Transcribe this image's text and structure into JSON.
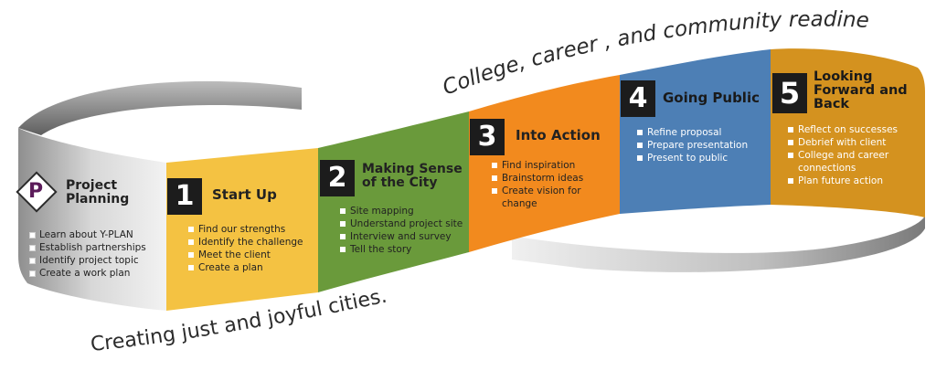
{
  "top_caption": "College, career , and community readiness...",
  "bottom_caption": "Creating just and joyful cities...",
  "logo_letter": "P",
  "stages": [
    {
      "number": "",
      "title": "Project Planning",
      "color": "#e9e9ec",
      "items": [
        "Learn about Y-PLAN",
        "Establish partnerships",
        "Identify project topic",
        "Create a work plan"
      ]
    },
    {
      "number": "1",
      "title": "Start Up",
      "color": "#f4c242",
      "items": [
        "Find our strengths",
        "Identify the challenge",
        "Meet the client",
        "Create a plan"
      ]
    },
    {
      "number": "2",
      "title": "Making Sense of the City",
      "color": "#6a9a3b",
      "items": [
        "Site mapping",
        "Understand project site",
        "Interview and survey",
        "Tell the story"
      ]
    },
    {
      "number": "3",
      "title": "Into Action",
      "color": "#f28a1e",
      "items": [
        "Find inspiration",
        "Brainstorm ideas",
        "Create vision for change"
      ]
    },
    {
      "number": "4",
      "title": "Going Public",
      "color": "#4d7fb5",
      "items": [
        "Refine proposal",
        "Prepare presentation",
        "Present to public"
      ]
    },
    {
      "number": "5",
      "title": "Looking Forward and Back",
      "color": "#d4921f",
      "items": [
        "Reflect on successes",
        "Debrief with client",
        "College and career connections",
        "Plan future action"
      ]
    }
  ]
}
